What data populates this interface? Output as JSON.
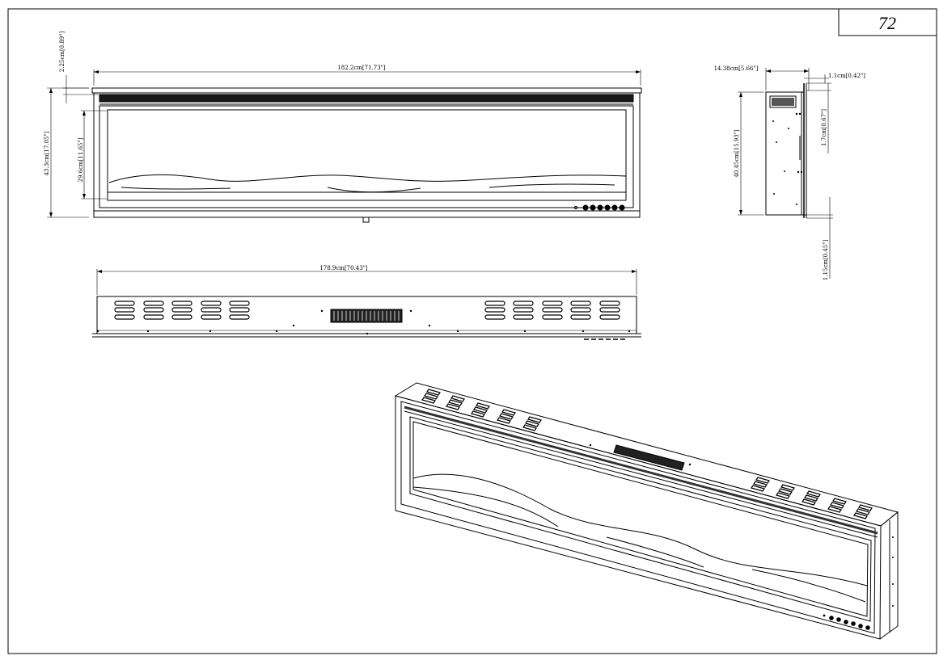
{
  "page": {
    "number": "72"
  },
  "front_view": {
    "width_label": "182.2cm[71.73\"]",
    "height_label": "43.3cm[17.05\"]",
    "top_trim_label": "2.25cm[0.89\"]",
    "glass_height_label": "29.6cm[11.65\"]",
    "control_buttons": 6
  },
  "side_view": {
    "depth_label": "14.38cm[5.66\"]",
    "flange_label": "1.1cm[0.42\"]",
    "height_label": "40.45cm[15.93\"]",
    "inset_label": "1.7cm[0.67\"]",
    "bottom_label": "1.15cm[0.45\"]"
  },
  "top_view": {
    "width_label": "178.9cm[70.43\"]"
  },
  "colors": {
    "line": "#000000",
    "paper": "#ffffff"
  }
}
